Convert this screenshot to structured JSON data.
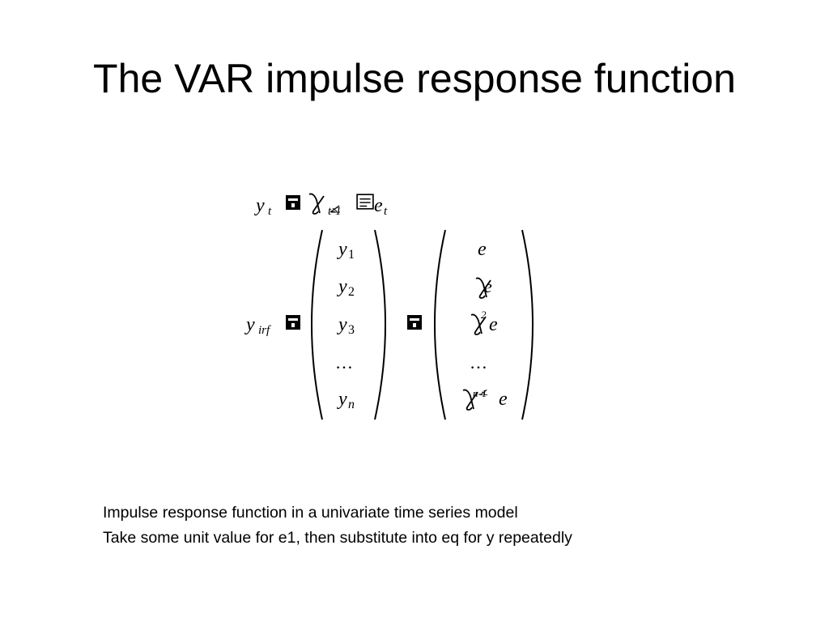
{
  "slide": {
    "title": "The VAR impulse response function",
    "equation_image": {
      "symbol_glyph": "",
      "lhs_row1": "y",
      "lhs_row1_sub": "t",
      "rhs_row1_sub": "t-1",
      "rhs_row1_e": "e",
      "rhs_row1_e_sub": "t",
      "lhs_row2": "y",
      "lhs_row2_sub": "irf",
      "vector_y": [
        {
          "base": "y",
          "sub": "1"
        },
        {
          "base": "y",
          "sub": "2"
        },
        {
          "base": "y",
          "sub": "3"
        },
        {
          "base": "…",
          "sub": ""
        },
        {
          "base": "y",
          "sub": "n"
        }
      ],
      "vector_e": [
        {
          "base": "e",
          "sup": ""
        },
        {
          "base": "e",
          "sup": ""
        },
        {
          "base": "e",
          "sup": "2"
        },
        {
          "base": "…",
          "sup": ""
        },
        {
          "base": "e",
          "sup": "n-1"
        }
      ]
    },
    "notes": [
      "Impulse response function in a univariate time series model",
      "Take some unit value for e1, then substitute into eq for y repeatedly"
    ]
  }
}
